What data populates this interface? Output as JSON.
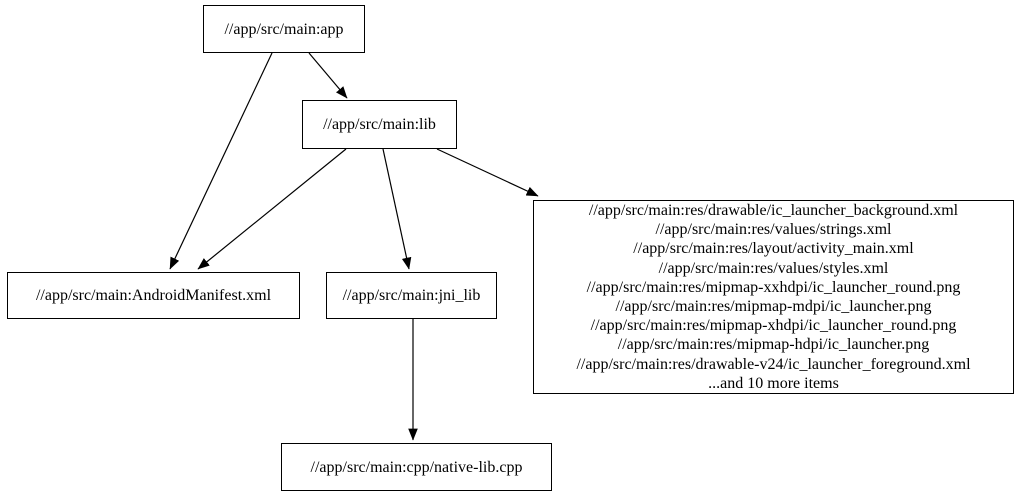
{
  "diagram": {
    "type": "dependency-graph",
    "background_color": "#ffffff",
    "node_fill_color": "#ffffff",
    "node_border_color": "#000000",
    "edge_color": "#000000",
    "text_color": "#000000",
    "nodes": {
      "app": {
        "label": "//app/src/main:app"
      },
      "lib": {
        "label": "//app/src/main:lib"
      },
      "manifest": {
        "label": "//app/src/main:AndroidManifest.xml"
      },
      "jni_lib": {
        "label": "//app/src/main:jni_lib"
      },
      "native_lib": {
        "label": "//app/src/main:cpp/native-lib.cpp"
      },
      "res_group": {
        "lines": [
          "//app/src/main:res/drawable/ic_launcher_background.xml",
          "//app/src/main:res/values/strings.xml",
          "//app/src/main:res/layout/activity_main.xml",
          "//app/src/main:res/values/styles.xml",
          "//app/src/main:res/mipmap-xxhdpi/ic_launcher_round.png",
          "//app/src/main:res/mipmap-mdpi/ic_launcher.png",
          "//app/src/main:res/mipmap-xhdpi/ic_launcher_round.png",
          "//app/src/main:res/mipmap-hdpi/ic_launcher.png",
          "//app/src/main:res/drawable-v24/ic_launcher_foreground.xml",
          "...and 10 more items"
        ]
      }
    },
    "edges": [
      {
        "from": "app",
        "to": "lib"
      },
      {
        "from": "app",
        "to": "manifest"
      },
      {
        "from": "lib",
        "to": "manifest"
      },
      {
        "from": "lib",
        "to": "jni_lib"
      },
      {
        "from": "lib",
        "to": "res_group"
      },
      {
        "from": "jni_lib",
        "to": "native_lib"
      }
    ]
  }
}
